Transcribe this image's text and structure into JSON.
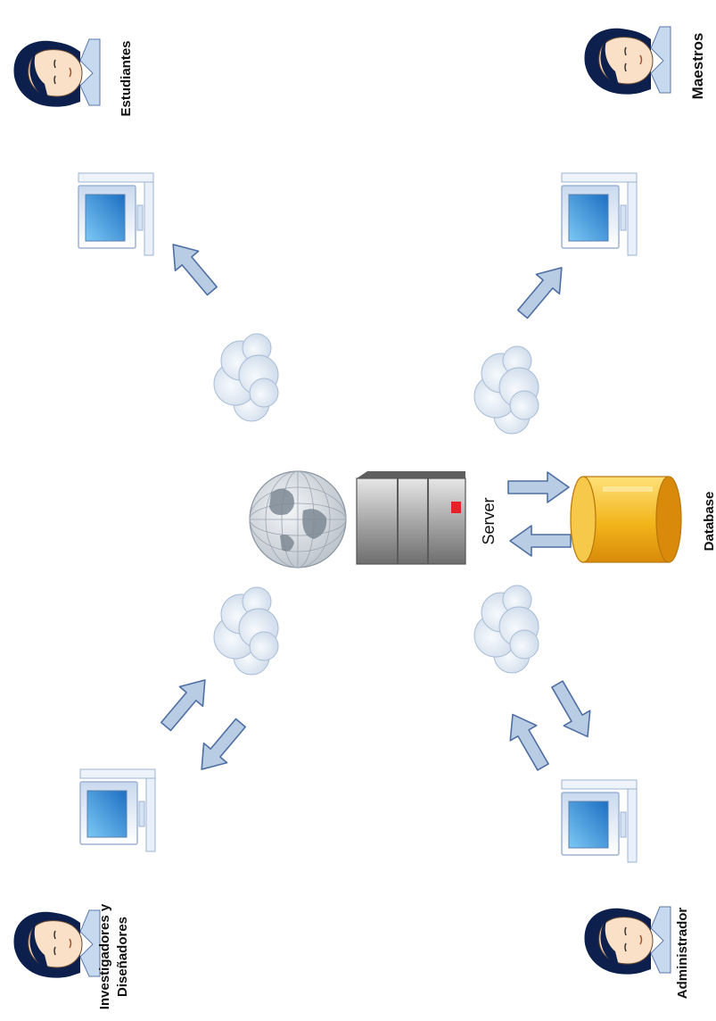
{
  "labels": {
    "estudiantes": "Estudiantes",
    "maestros": "Maestros",
    "investigadores_line1": "Investigadores y",
    "investigadores_line2": "Diseñadores",
    "administrador": "Administrador",
    "server": "Server",
    "database": "Database"
  },
  "colors": {
    "arrow_fill": "#b8cce4",
    "arrow_stroke": "#4f6fa3",
    "cloud": "#dfe8f3",
    "db_gold": "#f2b51b",
    "server_gray": "#8c8c8c",
    "server_led": "#e8202a",
    "monitor_screen": "#3aa0e6",
    "hair": "#0d1f4d"
  },
  "icons": [
    "person-icon",
    "computer-icon",
    "cloud-icon",
    "globe-icon",
    "server-icon",
    "database-icon",
    "arrow-icon"
  ]
}
